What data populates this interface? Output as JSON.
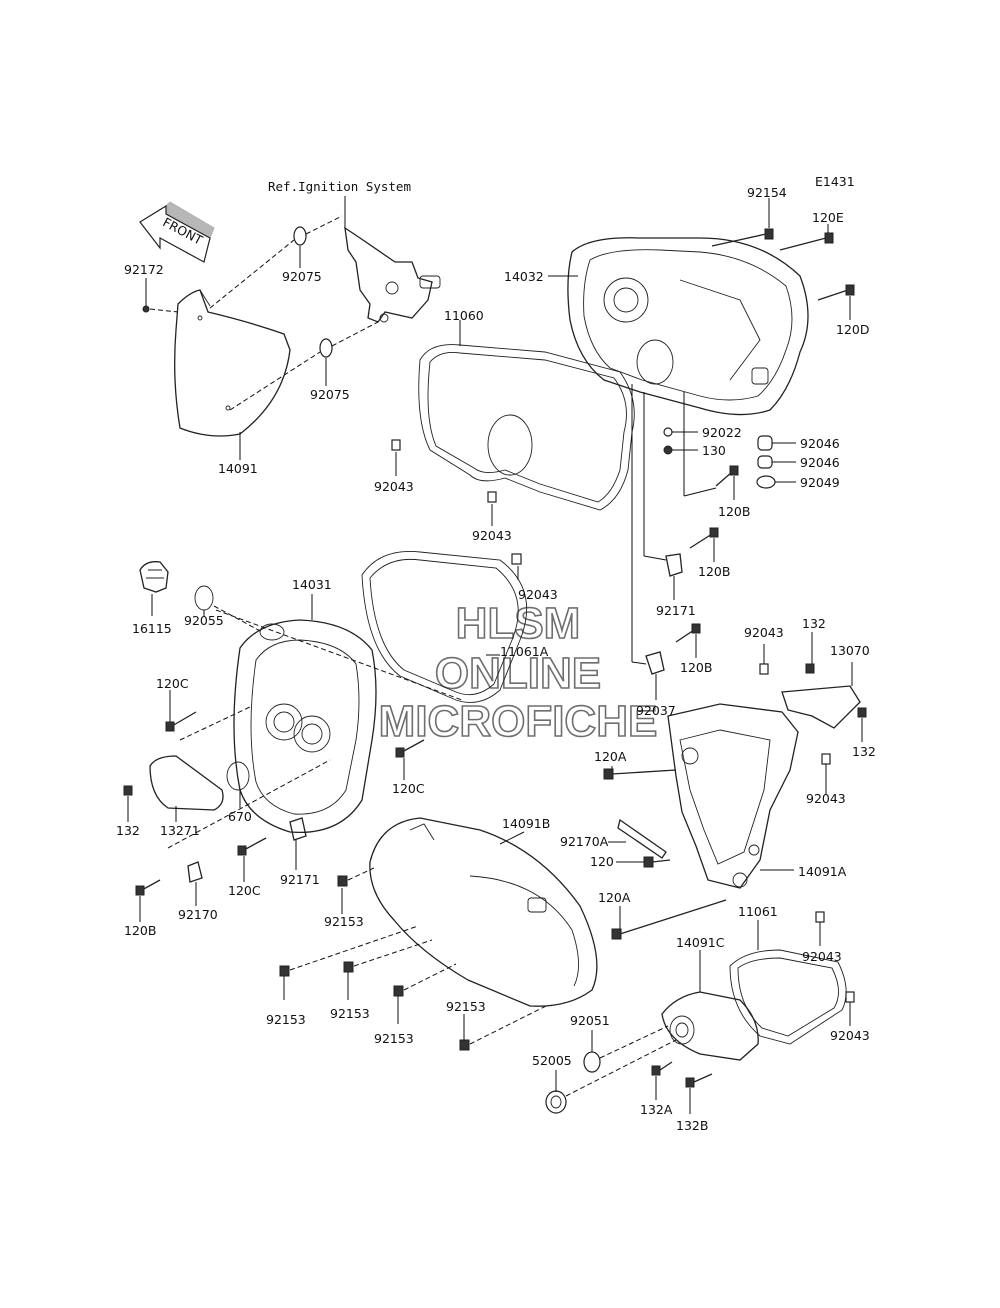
{
  "header": {
    "diagram_code": "E1431",
    "reference_note": "Ref.Ignition System",
    "front_arrow_label": "FRONT"
  },
  "watermark": {
    "line1": "HLSM",
    "line2": "ONLINE",
    "line3": "MICROFICHE"
  },
  "labels": {
    "p92154": "92154",
    "p120E": "120E",
    "p14032": "14032",
    "p120D": "120D",
    "p92172": "92172",
    "p92075a": "92075",
    "p92075b": "92075",
    "p14091": "14091",
    "p11060": "11060",
    "p92043a": "92043",
    "p92043b": "92043",
    "p92022": "92022",
    "p130": "130",
    "p92046a": "92046",
    "p92046b": "92046",
    "p92049": "92049",
    "p120Ba": "120B",
    "p120Bb": "120B",
    "p92171a": "92171",
    "p120Bc": "120B",
    "p92037": "92037",
    "p14031": "14031",
    "p92043c": "92043",
    "p11061A": "11061A",
    "p16115": "16115",
    "p92055": "92055",
    "p120Ca": "120C",
    "p120Cb": "120C",
    "p670": "670",
    "p132a": "132",
    "p13271": "13271",
    "p120Cc": "120C",
    "p92171b": "92171",
    "p120Bd": "120B",
    "p92170": "92170",
    "p92043d": "92043",
    "p132b": "132",
    "p13070": "13070",
    "p132c": "132",
    "p120Aa": "120A",
    "p92043e": "92043",
    "p92170A": "92170A",
    "p120": "120",
    "p14091A": "14091A",
    "p14091B": "14091B",
    "p92153a": "92153",
    "p92153b": "92153",
    "p92153c": "92153",
    "p92153d": "92153",
    "p92153e": "92153",
    "p120Ab": "120A",
    "p11061": "11061",
    "p92043f": "92043",
    "p14091C": "14091C",
    "p92051": "92051",
    "p52005": "52005",
    "p92043g": "92043",
    "p132A": "132A",
    "p132B": "132B"
  }
}
